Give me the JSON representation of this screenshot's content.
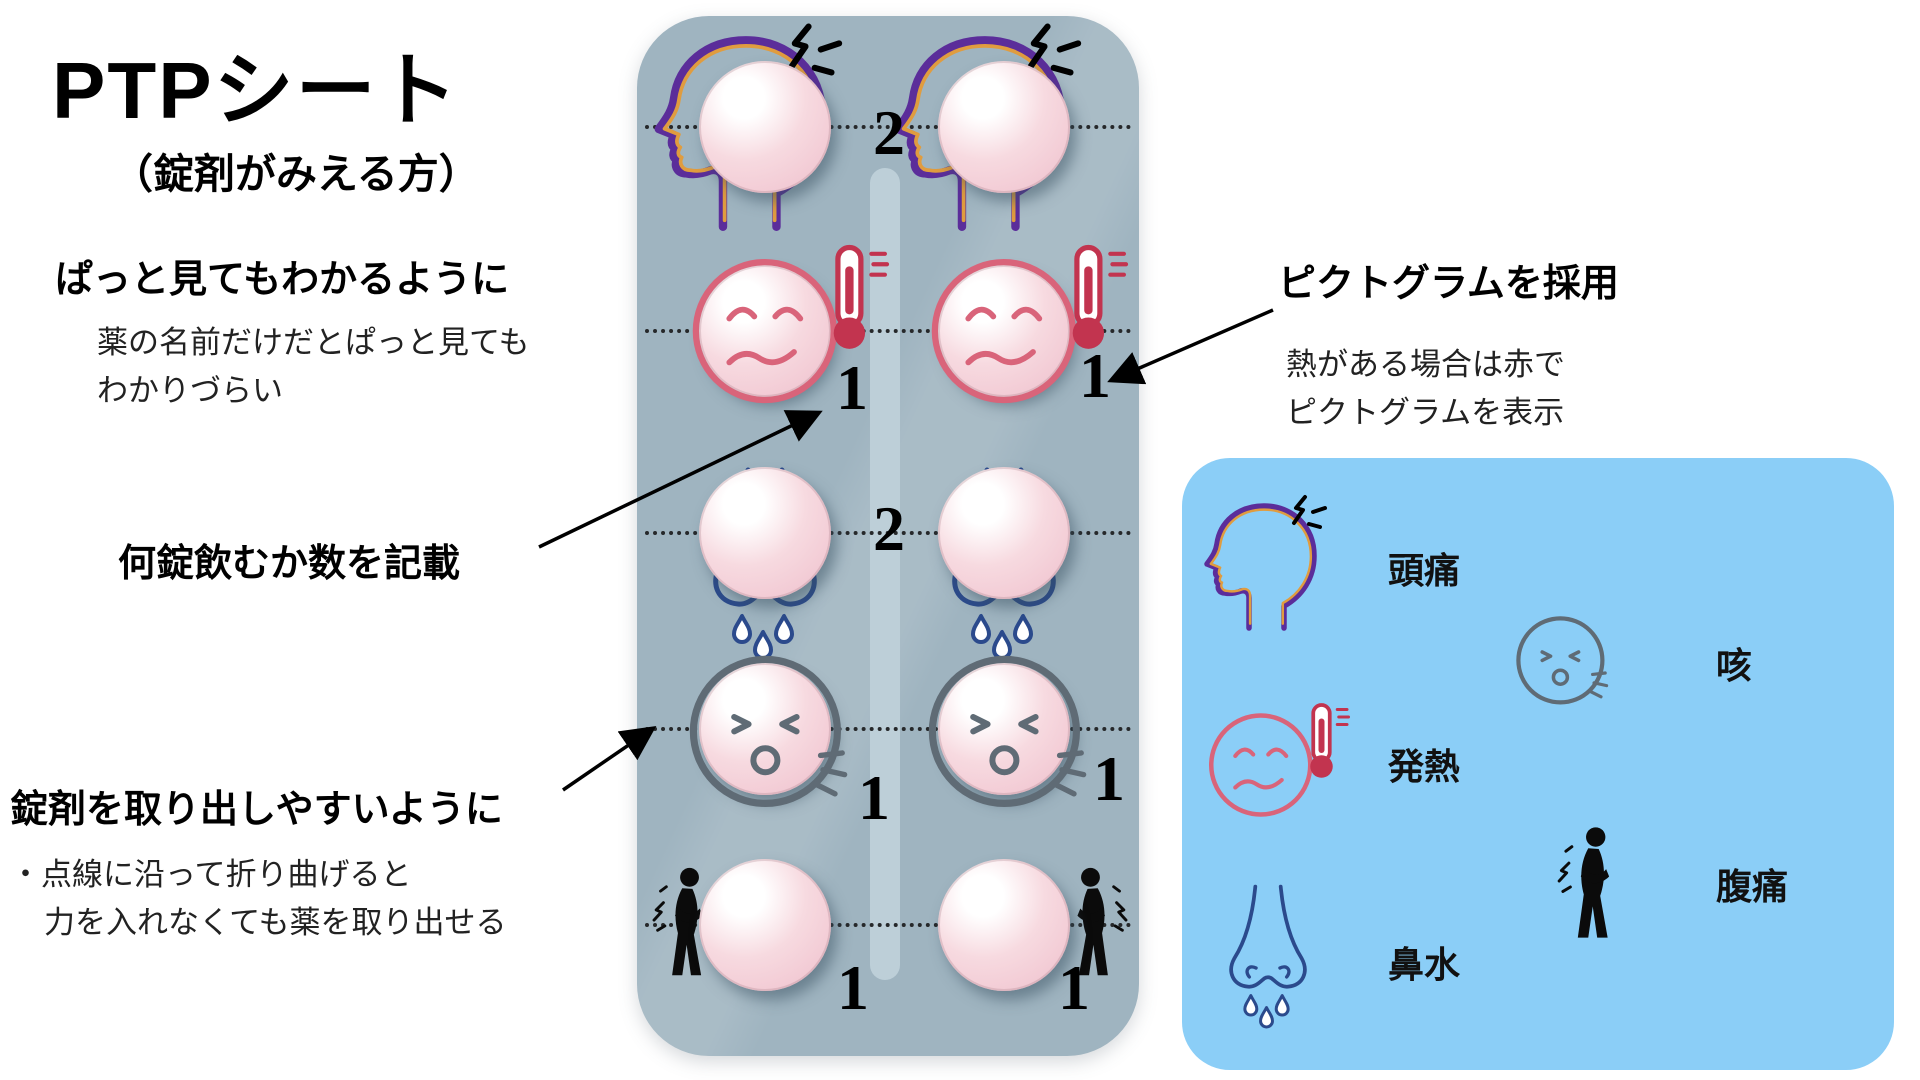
{
  "title": "PTPシート",
  "subtitle": "（錠剤がみえる方）",
  "annotations": {
    "glance": {
      "heading": "ぱっと見てもわかるように",
      "line1": "薬の名前だけだとぱっと見ても",
      "line2": "わかりづらい"
    },
    "count": {
      "heading": "何錠飲むか数を記載"
    },
    "removal": {
      "heading": "錠剤を取り出しやすいように",
      "line1": "・点線に沿って折り曲げると",
      "line2": "力を入れなくても薬を取り出せる"
    },
    "pictogram": {
      "heading": "ピクトグラムを採用",
      "line1": "熱がある場合は赤で",
      "line2": "ピクトグラムを表示"
    }
  },
  "sheet": {
    "rows": [
      {
        "symptom": "headache",
        "icon": "head-icon",
        "center": "2"
      },
      {
        "symptom": "fever",
        "icon": "fever-icon",
        "left": "1",
        "right": "1"
      },
      {
        "symptom": "runny-nose",
        "icon": "nose-icon",
        "center": "2"
      },
      {
        "symptom": "cough",
        "icon": "cough-icon",
        "left": "1",
        "right": "1"
      },
      {
        "symptom": "stomachache",
        "icon": "stomachache-icon",
        "left": "1",
        "right": "1"
      }
    ]
  },
  "legend": {
    "items": [
      {
        "label": "頭痛",
        "icon": "head-icon"
      },
      {
        "label": "咳",
        "icon": "cough-icon"
      },
      {
        "label": "発熱",
        "icon": "fever-icon"
      },
      {
        "label": "腹痛",
        "icon": "stomachache-icon"
      },
      {
        "label": "鼻水",
        "icon": "nose-icon"
      }
    ]
  },
  "colors": {
    "sheet": "#9fb4c0",
    "groove": "#bdcfd8",
    "legend_bg": "#8bcef7",
    "tablet": "#f7dae0",
    "fever": "#d9647a",
    "thermometer": "#c2344f",
    "nose": "#2b4a8c",
    "cough": "#5f6b75",
    "head_outer": "#5b2d9a",
    "head_inner": "#e09c3f",
    "number": "#000000"
  }
}
